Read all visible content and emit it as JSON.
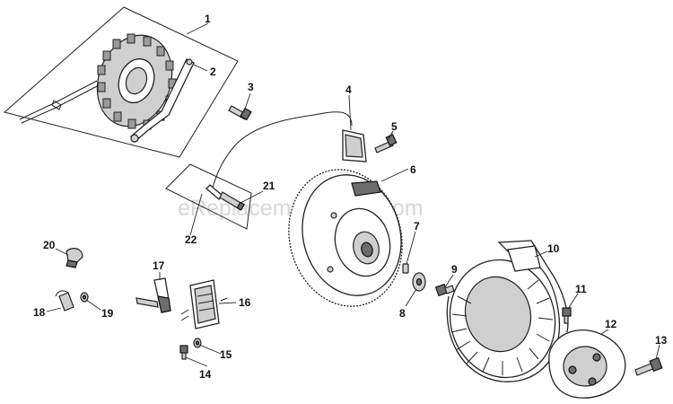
{
  "diagram": {
    "watermark": "eReplacementParts.com",
    "parts": [
      {
        "id": "1",
        "label": "1"
      },
      {
        "id": "2",
        "label": "2"
      },
      {
        "id": "3",
        "label": "3"
      },
      {
        "id": "4",
        "label": "4"
      },
      {
        "id": "5",
        "label": "5"
      },
      {
        "id": "6",
        "label": "6"
      },
      {
        "id": "7",
        "label": "7"
      },
      {
        "id": "8",
        "label": "8"
      },
      {
        "id": "9",
        "label": "9"
      },
      {
        "id": "10",
        "label": "10"
      },
      {
        "id": "11",
        "label": "11"
      },
      {
        "id": "12",
        "label": "12"
      },
      {
        "id": "13",
        "label": "13"
      },
      {
        "id": "14",
        "label": "14"
      },
      {
        "id": "15",
        "label": "15"
      },
      {
        "id": "16",
        "label": "16"
      },
      {
        "id": "17",
        "label": "17"
      },
      {
        "id": "18",
        "label": "18"
      },
      {
        "id": "19",
        "label": "19"
      },
      {
        "id": "20",
        "label": "20"
      },
      {
        "id": "21",
        "label": "21"
      },
      {
        "id": "22",
        "label": "22"
      }
    ]
  }
}
